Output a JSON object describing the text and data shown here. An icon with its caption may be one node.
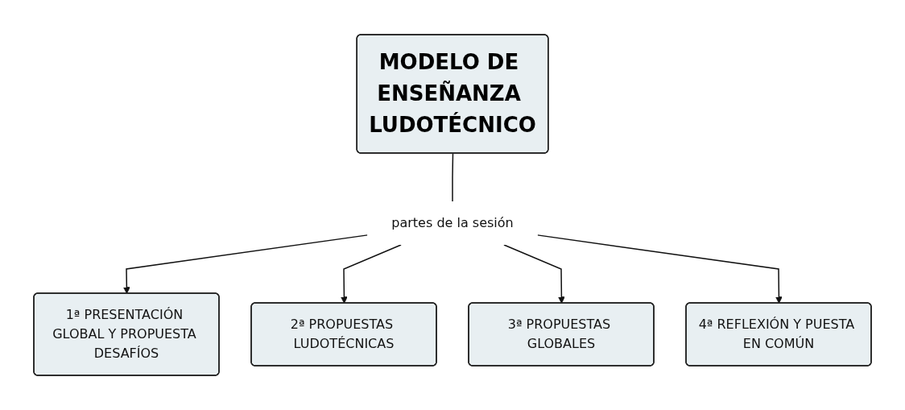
{
  "diagram": {
    "nodes": [
      {
        "text": [
          "MODELO DE ENSEÑANZA LUDOTÉCNICO"
        ]
      },
      {
        "text": [
          "partes de la sesión"
        ]
      },
      {
        "text": [
          "1ª PRESENTACIÓN GLOBAL Y PROPUESTA DESAFÍOS"
        ]
      },
      {
        "text": [
          "2ª PROPUESTAS LUDOTÉCNICAS"
        ]
      },
      {
        "text": [
          "3ª PROPUESTAS GLOBALES"
        ]
      },
      {
        "text": [
          "4ª REFLEXIÓN Y PUESTA EN COMÚN"
        ]
      }
    ],
    "edges": [
      {
        "from": 0,
        "to": 1,
        "arrow": "none"
      },
      {
        "from": 1,
        "to": 2,
        "arrow": "to"
      },
      {
        "from": 1,
        "to": 3,
        "arrow": "to"
      },
      {
        "from": 1,
        "to": 4,
        "arrow": "to"
      },
      {
        "from": 1,
        "to": 5,
        "arrow": "to"
      }
    ]
  }
}
